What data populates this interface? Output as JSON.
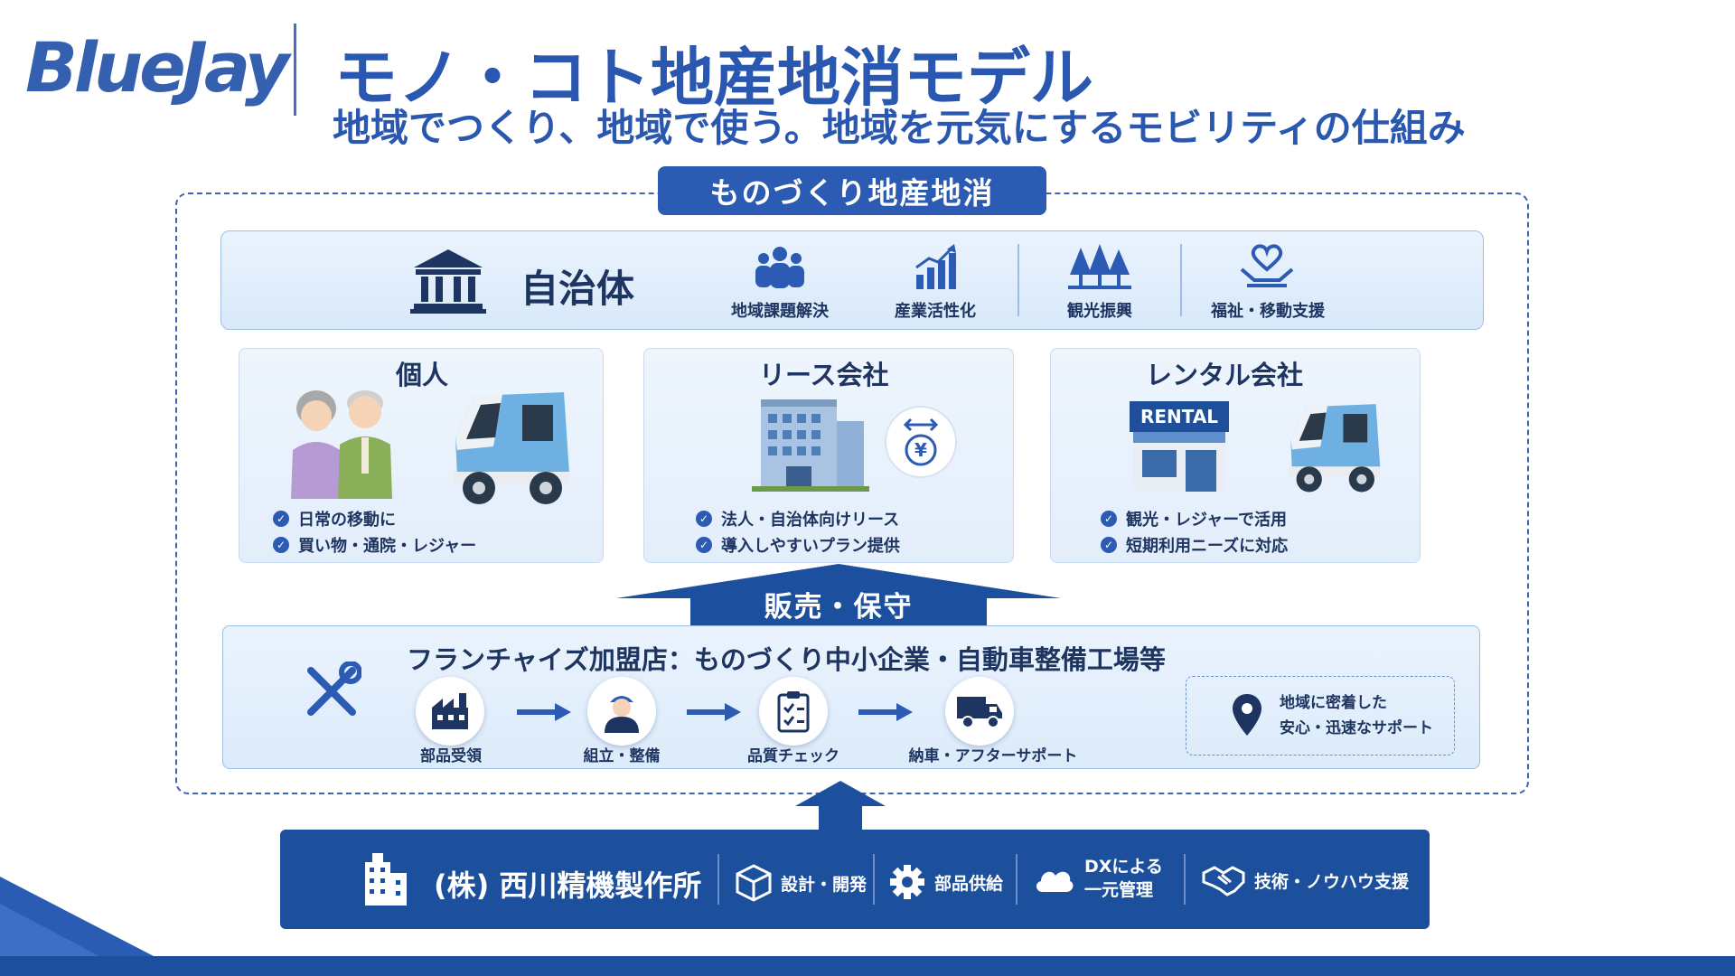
{
  "header": {
    "brand": "BlueJay",
    "title": "モノ・コト地産地消モデル",
    "subtitle": "地域でつくり、地域で使う。地域を元気にするモビリティの仕組み"
  },
  "outer": {
    "tag": "ものづくり地産地消"
  },
  "government": {
    "name": "自治体",
    "items": [
      {
        "label": "地域課題解決",
        "icon": "people-group-icon"
      },
      {
        "label": "産業活性化",
        "icon": "growth-chart-icon"
      },
      {
        "label": "観光振興",
        "icon": "trees-icon"
      },
      {
        "label": "福祉・移動支援",
        "icon": "heart-hand-icon"
      }
    ]
  },
  "cards": [
    {
      "title": "個人",
      "points": [
        "日常の移動に",
        "買い物・通院・レジャー"
      ]
    },
    {
      "title": "リース会社",
      "points": [
        "法人・自治体向けリース",
        "導入しやすいプラン提供"
      ]
    },
    {
      "title": "レンタル会社",
      "sign": "RENTAL",
      "points": [
        "観光・レジャーで活用",
        "短期利用ニーズに対応"
      ]
    }
  ],
  "sales": {
    "label": "販売・保守"
  },
  "franchise": {
    "title": "フランチャイズ加盟店：ものづくり中小企業・自動車整備工場等",
    "steps": [
      {
        "label": "部品受領",
        "icon": "factory-icon"
      },
      {
        "label": "組立・整備",
        "icon": "mechanic-icon"
      },
      {
        "label": "品質チェック",
        "icon": "clipboard-check-icon"
      },
      {
        "label": "納車・アフターサポート",
        "icon": "truck-icon"
      }
    ],
    "support": [
      "地域に密着した",
      "安心・迅速なサポート"
    ]
  },
  "company": {
    "name": "(株) 西川精機製作所",
    "items": [
      {
        "label": "設計・開発",
        "icon": "cube-icon"
      },
      {
        "label": "部品供給",
        "icon": "gear-icon"
      },
      {
        "label": "DXによる\n一元管理",
        "icon": "cloud-icon"
      },
      {
        "label": "技術・ノウハウ支援",
        "icon": "handshake-icon"
      }
    ]
  },
  "colors": {
    "primary": "#2b5bb2",
    "dark": "#1c4f9c",
    "light_fill": "#e3eefb"
  }
}
